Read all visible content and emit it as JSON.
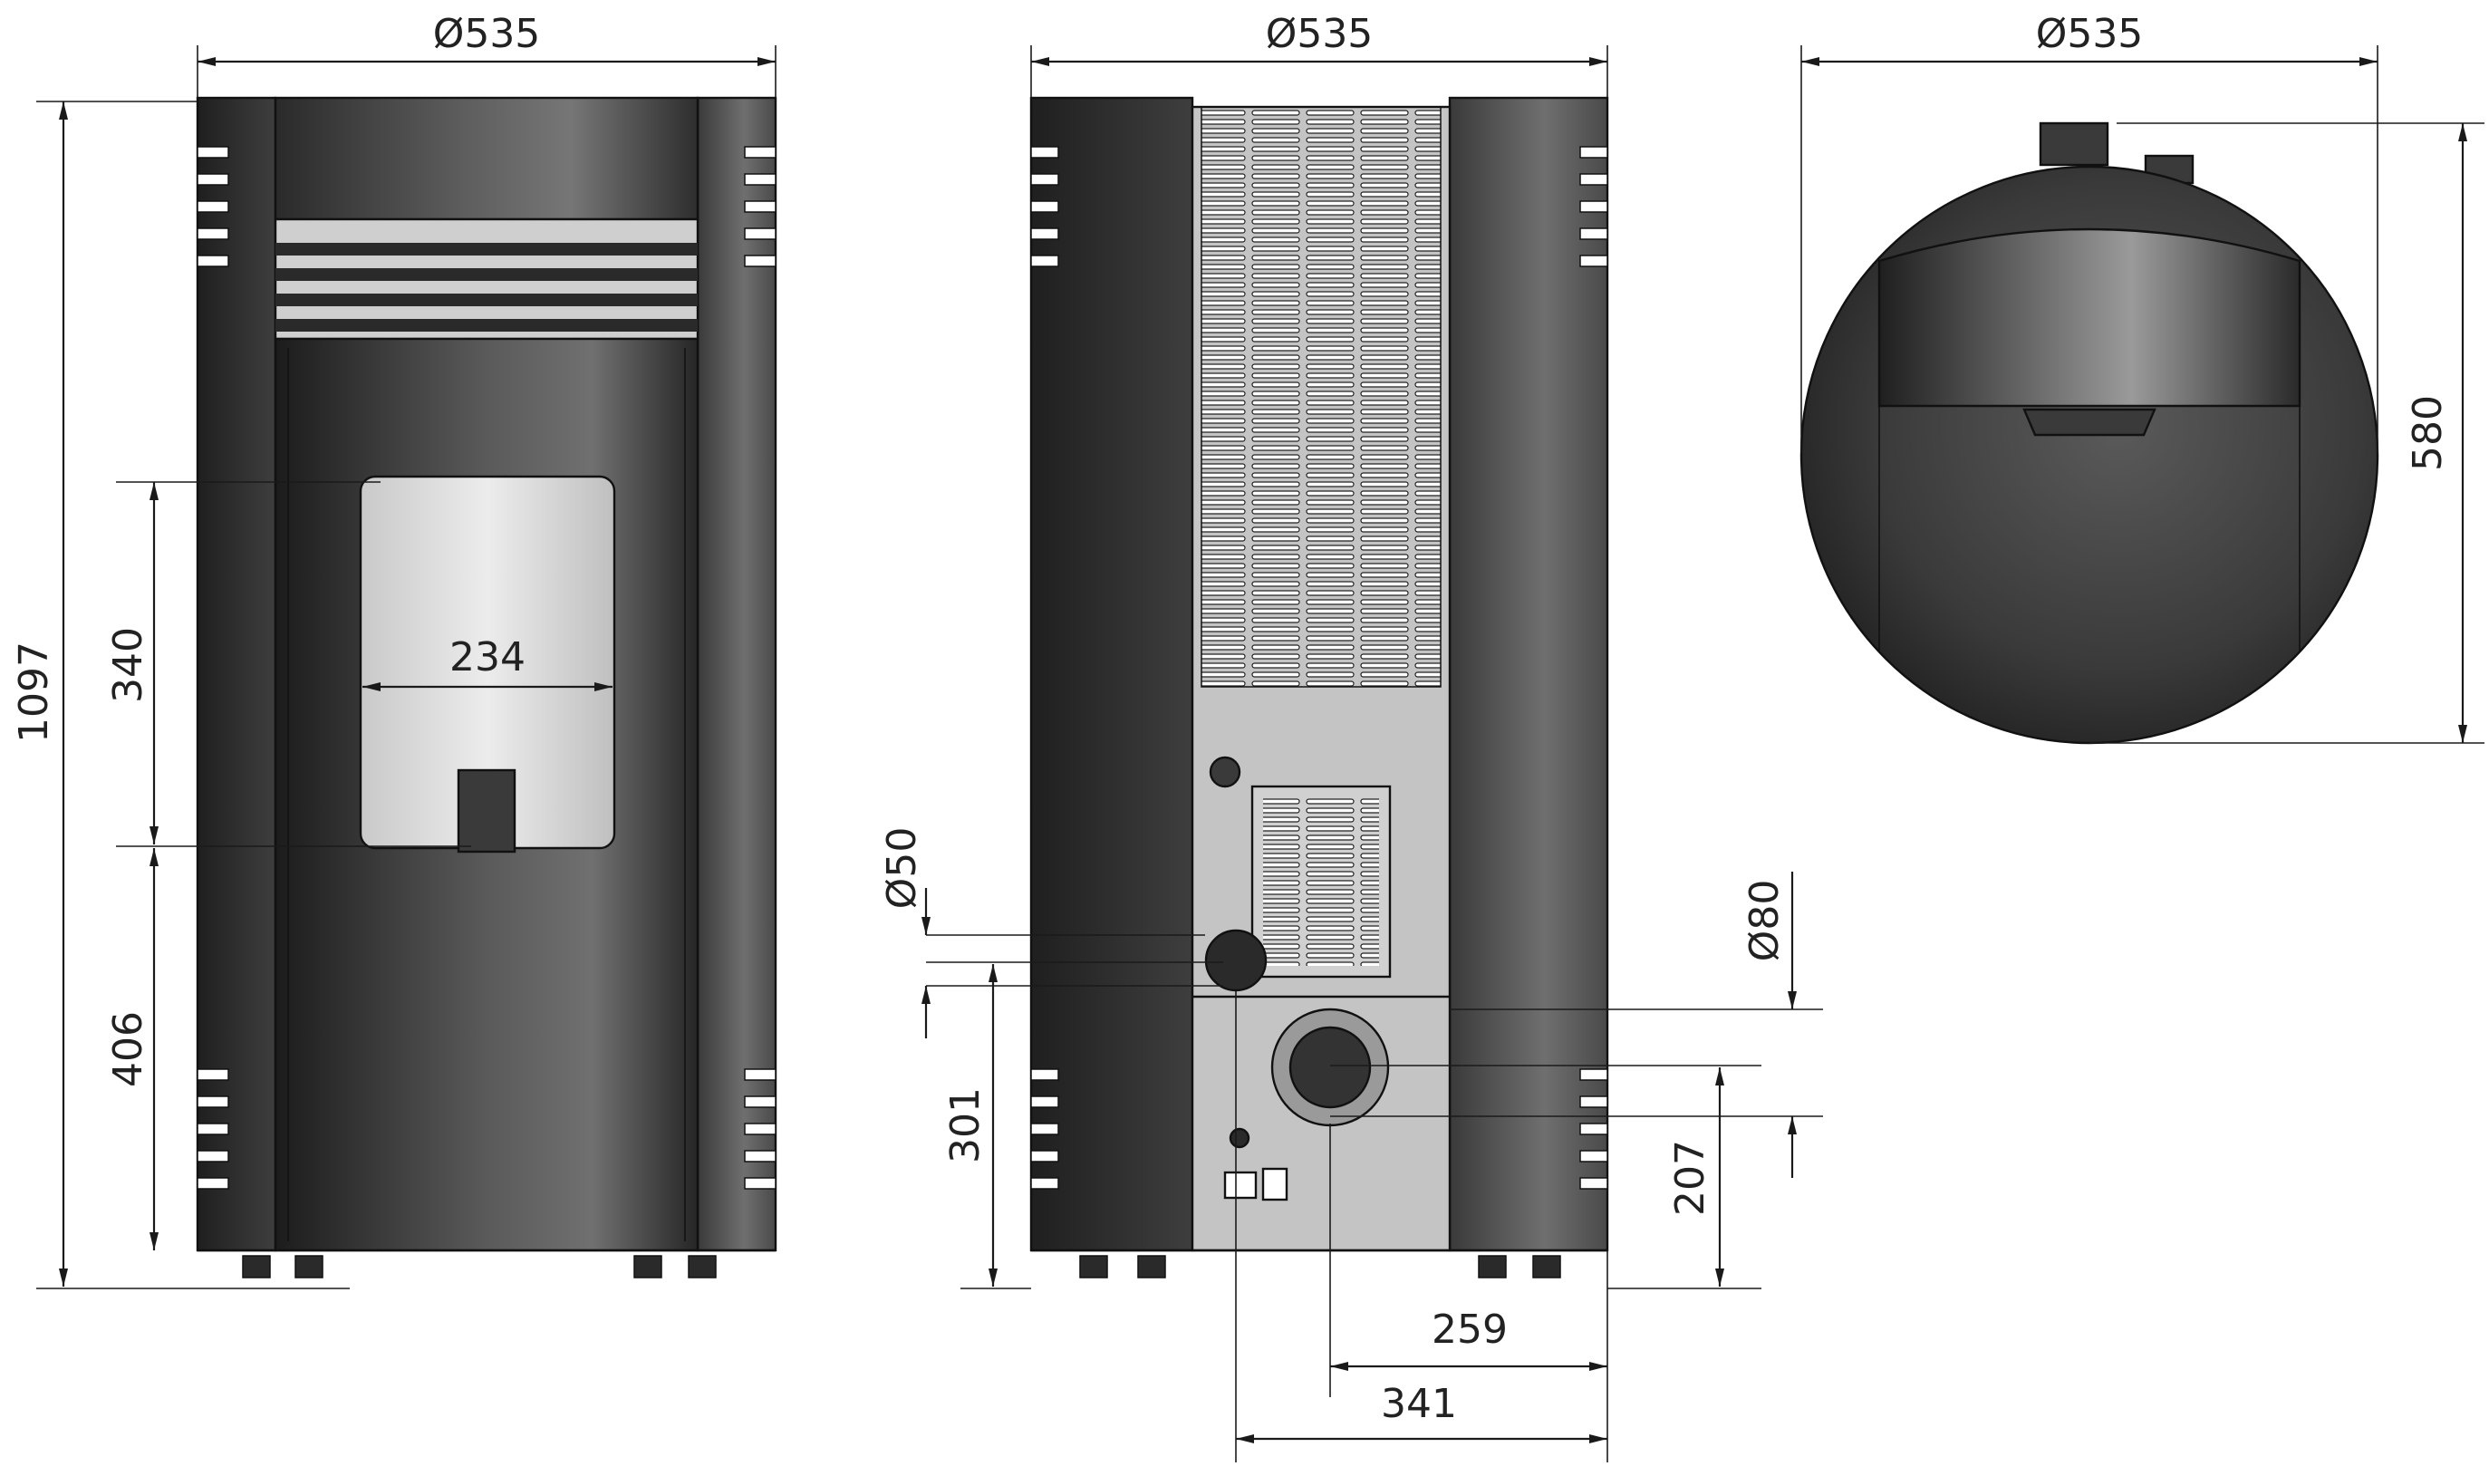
{
  "drawing": {
    "views": [
      "front-view",
      "rear-view",
      "top-view"
    ],
    "colors": {
      "body_dark": "#2b2b2b",
      "body_mid": "#6a6a6a",
      "glass": "#d8d8d8",
      "panel": "#bdbdbd",
      "line": "#1a1a1a"
    }
  },
  "dimensions": {
    "front_width": "Ø535",
    "front_height": "1097",
    "glass_height": "340",
    "glass_width": "234",
    "glass_base_height": "406",
    "rear_width": "Ø535",
    "air_inlet_diameter": "Ø50",
    "air_inlet_height": "301",
    "flue_diameter": "Ø80",
    "flue_height": "207",
    "flue_side_offset": "259",
    "inlet_side_offset": "341",
    "top_width": "Ø535",
    "top_depth": "580"
  }
}
